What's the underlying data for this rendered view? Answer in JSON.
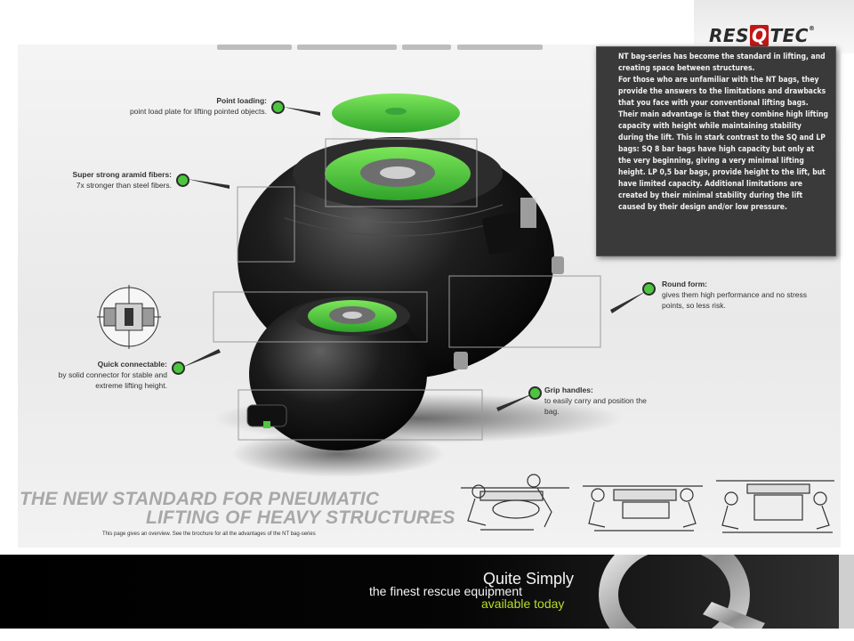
{
  "brand": {
    "logo_prefix": "RES",
    "logo_q": "Q",
    "logo_suffix": "TEC",
    "registered": "®"
  },
  "colors": {
    "accent_green": "#4bc63e",
    "tagline_green": "#b6e02a",
    "logo_red": "#c01818",
    "dark_panel": "#3a3a3a"
  },
  "description": "NT bag-series has become the standard in lifting, and creating space between structures.\nFor those who are unfamiliar with the NT bags, they provide the answers to the limitations and drawbacks that you face with your conventional lifting bags. Their main advantage is that they combine high lifting capacity with height while maintaining stability during the lift. This in stark contrast to the SQ and LP bags: SQ 8 bar bags have high capacity but only at the very beginning, giving a very minimal lifting height. LP 0,5 bar bags, provide height to the lift, but have limited capacity. Additional limitations are created by their minimal stability during the lift caused by their design and/or low pressure.",
  "callouts": {
    "point_loading": {
      "title": "Point loading:",
      "text": "point load plate for lifting pointed objects."
    },
    "aramid": {
      "title": "Super strong aramid fibers:",
      "text": "7x stronger than steel fibers."
    },
    "round_form": {
      "title": "Round form:",
      "text": "gives them high performance and no stress points, so less risk."
    },
    "quick_connect": {
      "title": "Quick connectable:",
      "text": "by solid connector for stable and extreme lifting height."
    },
    "grip_handles": {
      "title": "Grip handles:",
      "text": "to easily carry and position the bag."
    }
  },
  "headline": {
    "line1": "THE NEW STANDARD FOR PNEUMATIC",
    "line2": "LIFTING OF HEAVY STRUCTURES"
  },
  "note": "This page gives an overview. See the brochure for all the advantages of the NT bag-series",
  "footer": {
    "line1": "Quite Simply",
    "line2": "the finest rescue equipment",
    "line3": "available today"
  }
}
